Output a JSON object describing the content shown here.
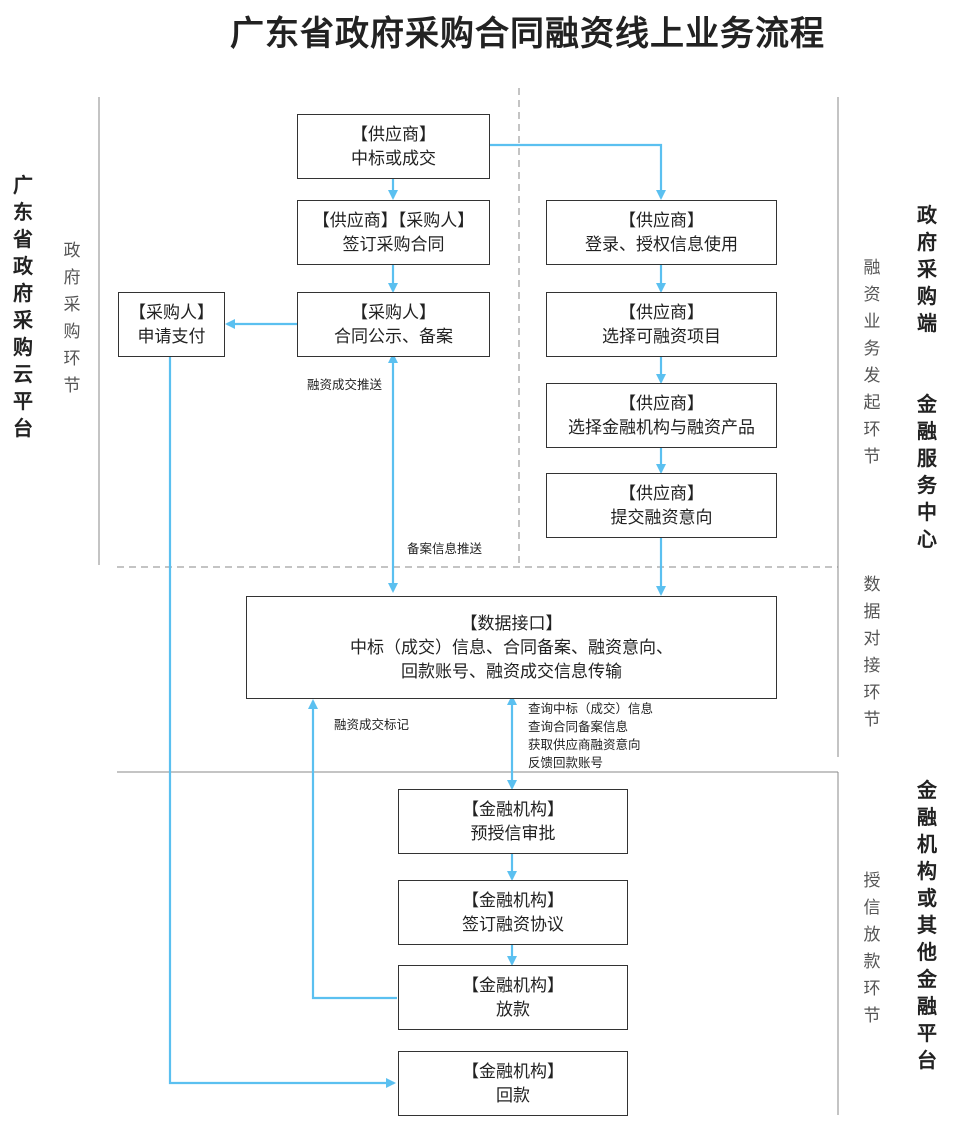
{
  "title": "广东省政府采购合同融资线上业务流程",
  "left_side_label": "广东省政府采购云平台",
  "right_side_labels": {
    "top": "政府采购端  金融服务中心",
    "bottom": "金融机构或其他金融平台"
  },
  "stage_labels": {
    "gov_procurement": "政府采购环节",
    "financing_initiation": "融资业务发起环节",
    "data_docking": "数据对接环节",
    "credit_loan": "授信放款环节"
  },
  "boxes": {
    "win_bid": {
      "role": "【供应商】",
      "text": "中标或成交"
    },
    "sign_contract": {
      "role": "【供应商】【采购人】",
      "text": "签订采购合同"
    },
    "contract_publish": {
      "role": "【采购人】",
      "text": "合同公示、备案"
    },
    "apply_payment": {
      "role": "【采购人】",
      "text": "申请支付"
    },
    "login_auth": {
      "role": "【供应商】",
      "text": "登录、授权信息使用"
    },
    "select_project": {
      "role": "【供应商】",
      "text": "选择可融资项目"
    },
    "select_institution": {
      "role": "【供应商】",
      "text": "选择金融机构与融资产品"
    },
    "submit_intent": {
      "role": "【供应商】",
      "text": "提交融资意向"
    },
    "data_interface": {
      "role": "【数据接口】",
      "line1": "中标（成交）信息、合同备案、融资意向、",
      "line2": "回款账号、融资成交信息传输"
    },
    "pre_credit": {
      "role": "【金融机构】",
      "text": "预授信审批"
    },
    "sign_financing": {
      "role": "【金融机构】",
      "text": "签订融资协议"
    },
    "loan_release": {
      "role": "【金融机构】",
      "text": "放款"
    },
    "repayment": {
      "role": "【金融机构】",
      "text": "回款"
    }
  },
  "edge_labels": {
    "deal_push": "融资成交推送",
    "filing_push": "备案信息推送",
    "deal_mark": "融资成交标记",
    "query_info": [
      "查询中标（成交）信息",
      "查询合同备案信息",
      "获取供应商融资意向",
      "反馈回款账号"
    ]
  },
  "colors": {
    "arrow": "#5bc0f0",
    "divider": "#888888",
    "box_border": "#333333"
  }
}
